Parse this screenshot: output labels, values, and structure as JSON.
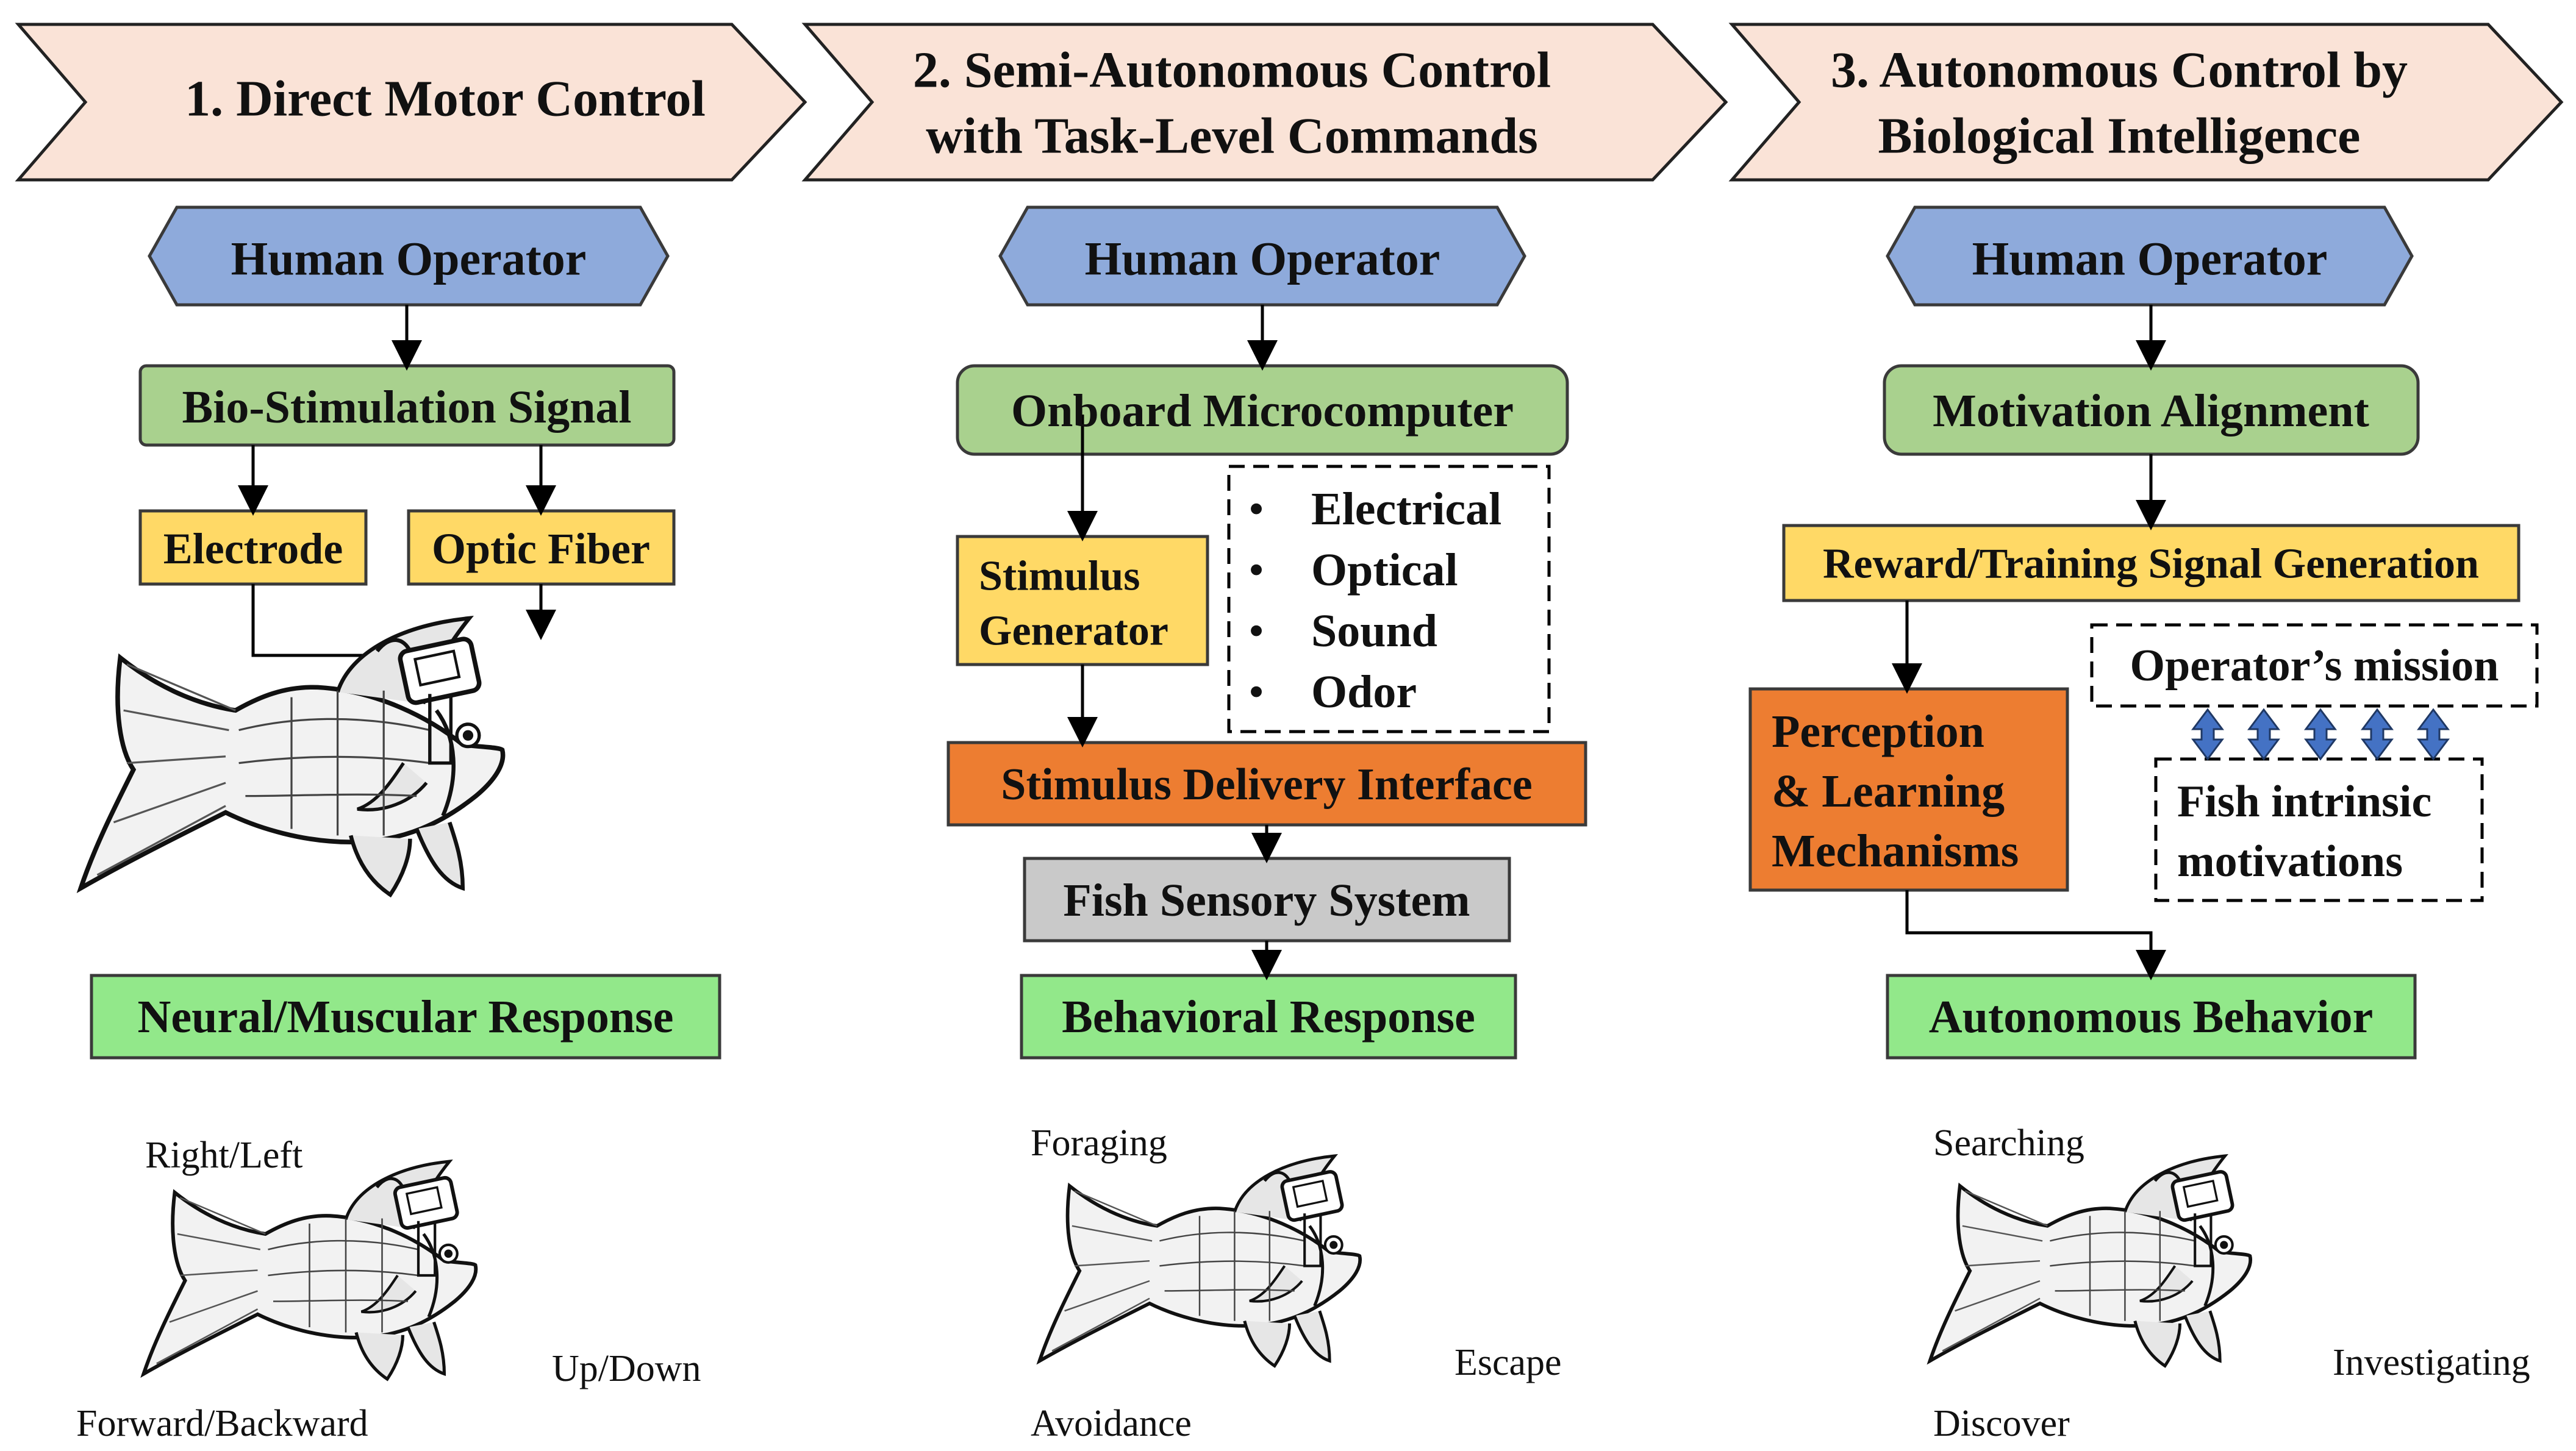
{
  "colors": {
    "header_fill": "#fae3d7",
    "human_operator": "#8eaadb",
    "green_light": "#a9d18e",
    "green_bright": "#92e88a",
    "yellow": "#ffd966",
    "orange": "#ed7d31",
    "gray": "#c9c9c9",
    "double_arrow": "#4472c4"
  },
  "headers": [
    {
      "lines": [
        "1. Direct Motor Control"
      ]
    },
    {
      "lines": [
        "2. Semi-Autonomous Control",
        "with Task-Level Commands"
      ]
    },
    {
      "lines": [
        "3. Autonomous Control by",
        "Biological Intelligence"
      ]
    }
  ],
  "col1": {
    "operator": "Human Operator",
    "signal": "Bio-Stimulation Signal",
    "electrode": "Electrode",
    "optic_fiber": "Optic Fiber",
    "response": "Neural/Muscular Response",
    "labels": [
      "Right/Left",
      "Up/Down",
      "Forward/Backward"
    ]
  },
  "col2": {
    "operator": "Human Operator",
    "computer": "Onboard Microcomputer",
    "generator_lines": [
      "Stimulus",
      "Generator"
    ],
    "modalities": [
      "Electrical",
      "Optical",
      "Sound",
      "Odor"
    ],
    "bullet": "•",
    "delivery": "Stimulus Delivery Interface",
    "sensory": "Fish Sensory System",
    "response": "Behavioral Response",
    "labels": [
      "Foraging",
      "Escape",
      "Avoidance"
    ]
  },
  "col3": {
    "operator": "Human Operator",
    "motivation": "Motivation Alignment",
    "reward": "Reward/Training Signal Generation",
    "perception_lines": [
      "Perception",
      "& Learning",
      "Mechanisms"
    ],
    "mission": "Operator’s mission",
    "intrinsic_lines": [
      "Fish intrinsic",
      "motivations"
    ],
    "behavior": "Autonomous Behavior",
    "labels": [
      "Searching",
      "Investigating",
      "Discover"
    ]
  }
}
